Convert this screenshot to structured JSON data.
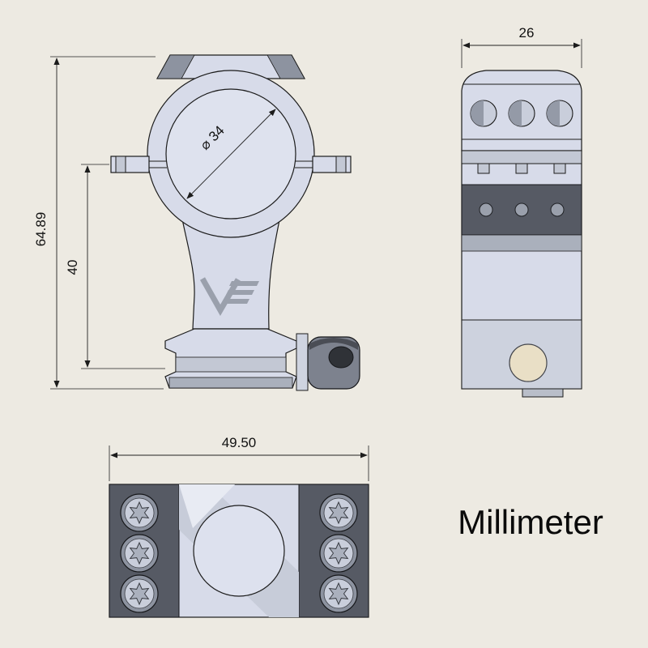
{
  "unit_label": "Millimeter",
  "logo": "VE",
  "dimensions": {
    "total_height": "64.89",
    "center_height": "40",
    "ring_diameter": "⌀ 34",
    "side_width": "26",
    "base_width": "49.50"
  },
  "views": {
    "front": "scope-ring-front-view",
    "side": "scope-ring-side-view",
    "bottom": "scope-ring-bottom-view"
  },
  "colors": {
    "background": "#edeae2",
    "part_light": "#d7dbe9",
    "part_mid": "#c3c8d4",
    "part_dark": "#565a64",
    "part_gray": "#8d93a0",
    "bore_fill": "#dee2ee",
    "line": "#1c1c1c",
    "accent_beige": "#e9dfc6"
  }
}
